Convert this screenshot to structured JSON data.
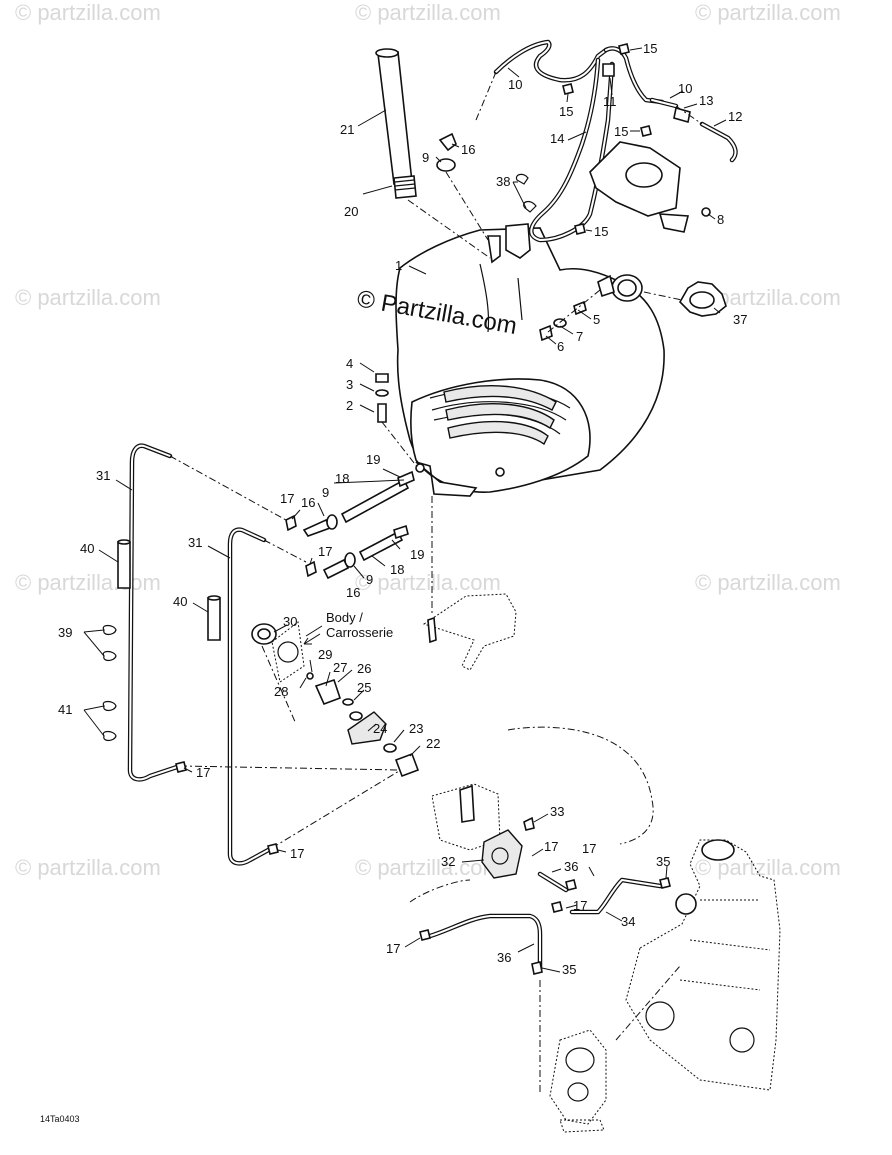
{
  "watermark": "© Partzilla.com",
  "watermark_light": "© partzilla.com",
  "drawing_code": "14Ta0403",
  "body_note": [
    "Body /",
    "Carrosserie"
  ],
  "callouts": {
    "c1": "1",
    "c2": "2",
    "c3": "3",
    "c4": "4",
    "c5": "5",
    "c6": "6",
    "c7": "7",
    "c8": "8",
    "c9a": "9",
    "c9b": "9",
    "c9c": "9",
    "c10a": "10",
    "c10b": "10",
    "c11": "11",
    "c12": "12",
    "c13": "13",
    "c14": "14",
    "c15a": "15",
    "c15b": "15",
    "c15c": "15",
    "c15d": "15",
    "c16a": "16",
    "c16b": "16",
    "c16c": "16",
    "c17a": "17",
    "c17b": "17",
    "c17c": "17",
    "c17d": "17",
    "c17e": "17",
    "c17f": "17",
    "c17g": "17",
    "c17h": "17",
    "c18a": "18",
    "c18b": "18",
    "c19a": "19",
    "c19b": "19",
    "c20": "20",
    "c21": "21",
    "c22": "22",
    "c23": "23",
    "c24": "24",
    "c25": "25",
    "c26": "26",
    "c27": "27",
    "c28": "28",
    "c29": "29",
    "c30": "30",
    "c31a": "31",
    "c31b": "31",
    "c32": "32",
    "c33": "33",
    "c34": "34",
    "c35a": "35",
    "c35b": "35",
    "c36a": "36",
    "c36b": "36",
    "c37": "37",
    "c38": "38",
    "c39": "39",
    "c40a": "40",
    "c40b": "40",
    "c41": "41"
  }
}
